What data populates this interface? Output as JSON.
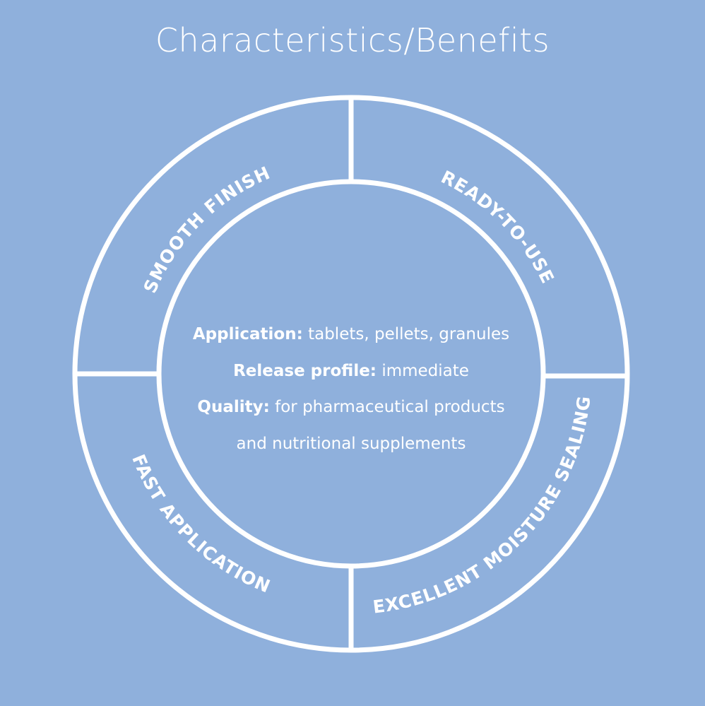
{
  "title": "Characteristics/Benefits",
  "segments": {
    "top_left": "SMOOTH FINISH",
    "top_right": "READY-TO-USE",
    "bottom_left": "FAST APPLICATION",
    "bottom_right": "EXCELLENT MOISTURE SEALING"
  },
  "center": [
    {
      "label": "Application:",
      "value": " tablets, pellets, granules"
    },
    {
      "label": "Release profile:",
      "value": " immediate"
    },
    {
      "label": "Quality:",
      "value": " for pharmaceutical products"
    },
    {
      "label": "",
      "value": "and nutritional supplements"
    }
  ],
  "colors": {
    "background": "#8FB0DC",
    "foreground": "#FFFFFF"
  }
}
